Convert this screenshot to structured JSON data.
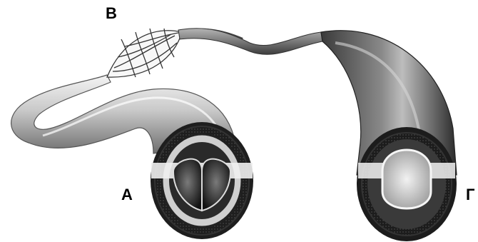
{
  "labels": {
    "capillaries": "В",
    "artery": "А",
    "vein": "Г"
  },
  "colors": {
    "vessel_dark": "#2b2b2b",
    "vessel_mid": "#8c8c8c",
    "vessel_light": "#e8e8e8",
    "label": "#000000"
  }
}
